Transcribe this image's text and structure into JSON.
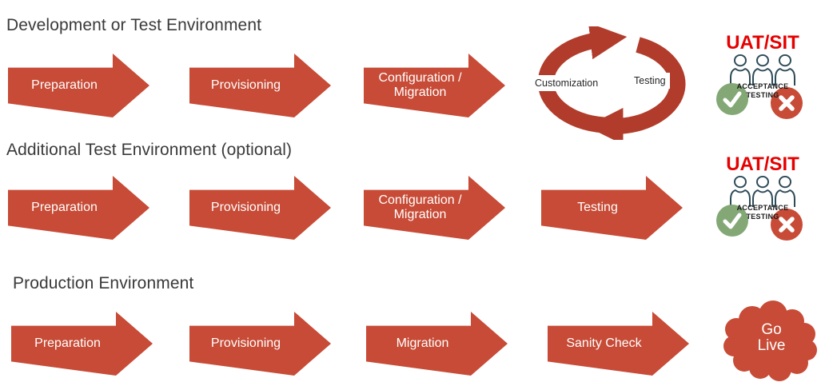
{
  "sections": {
    "dev": {
      "heading": "Development or Test Environment",
      "arrows": [
        "Preparation",
        "Provisioning",
        "Configuration / Migration"
      ],
      "cycle": {
        "left_label": "Customization",
        "right_label": "Testing"
      },
      "uat": {
        "title": "UAT/SIT",
        "caption_line1": "ACCEPTANCE",
        "caption_line2": "TESTING"
      }
    },
    "additional": {
      "heading": "Additional Test Environment (optional)",
      "arrows": [
        "Preparation",
        "Provisioning",
        "Configuration / Migration",
        "Testing"
      ],
      "uat": {
        "title": "UAT/SIT",
        "caption_line1": "ACCEPTANCE",
        "caption_line2": "TESTING"
      }
    },
    "production": {
      "heading": "Production Environment",
      "arrows": [
        "Preparation",
        "Provisioning",
        "Migration",
        "Sanity Check"
      ],
      "cloud": {
        "line1": "Go",
        "line2": "Live"
      }
    }
  },
  "colors": {
    "arrow_red": "#c74b36",
    "cycle_red": "#b23c2b",
    "uat_title_red": "#e60000",
    "check_green": "#83a876",
    "cross_red": "#c74b36",
    "person_outline": "#2d4a58",
    "heading_gray": "#3a3a3a",
    "cloud_red": "#c74b36"
  },
  "icons": {
    "cycle": "circular-arrows",
    "people": "acceptance-testers",
    "check": "green-check",
    "cross": "red-x",
    "cloud": "go-live-cloud"
  }
}
